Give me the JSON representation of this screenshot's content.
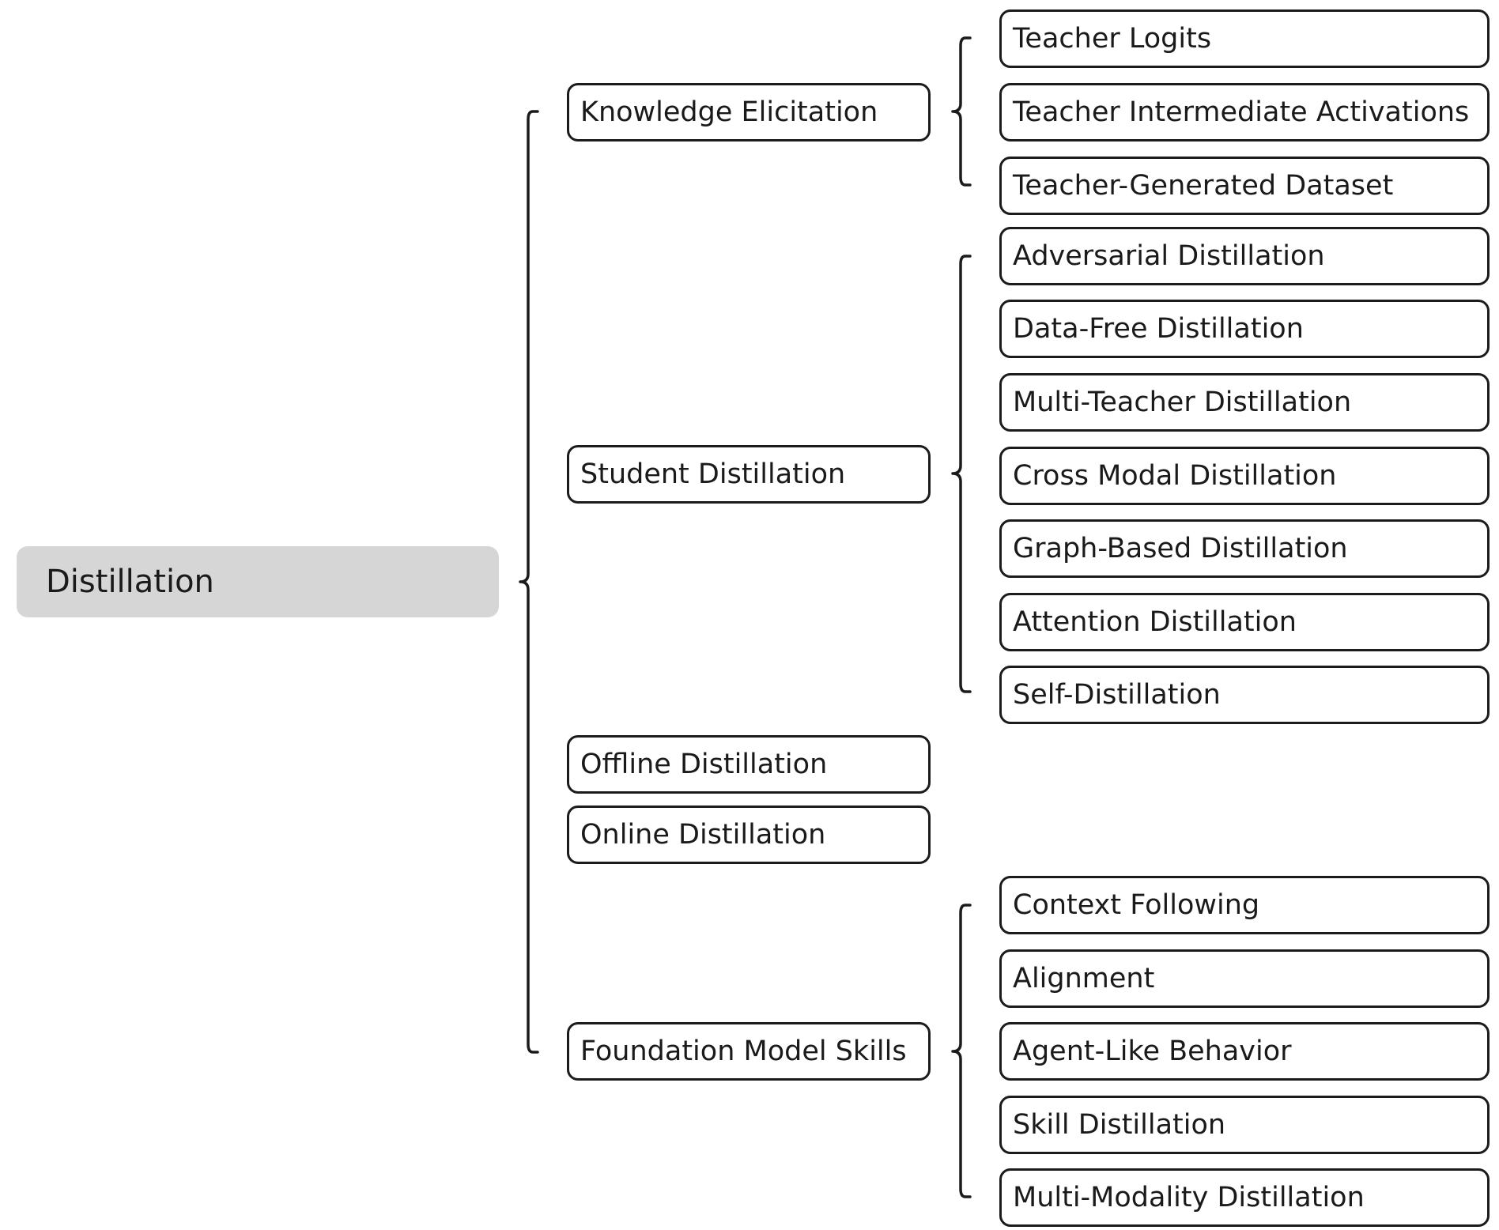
{
  "root": {
    "label": "Distillation"
  },
  "branches": [
    {
      "label": "Knowledge Elicitation",
      "children": [
        "Teacher Logits",
        "Teacher Intermediate Activations",
        "Teacher-Generated Dataset"
      ]
    },
    {
      "label": "Student Distillation",
      "children": [
        "Adversarial Distillation",
        "Data-Free Distillation",
        "Multi-Teacher Distillation",
        "Cross Modal Distillation",
        "Graph-Based Distillation",
        "Attention Distillation",
        "Self-Distillation"
      ]
    },
    {
      "label": "Offline Distillation",
      "children": []
    },
    {
      "label": "Online Distillation",
      "children": []
    },
    {
      "label": "Foundation Model Skills",
      "children": [
        "Context Following",
        "Alignment",
        "Agent-Like Behavior",
        "Skill Distillation",
        "Multi-Modality Distillation"
      ]
    }
  ]
}
